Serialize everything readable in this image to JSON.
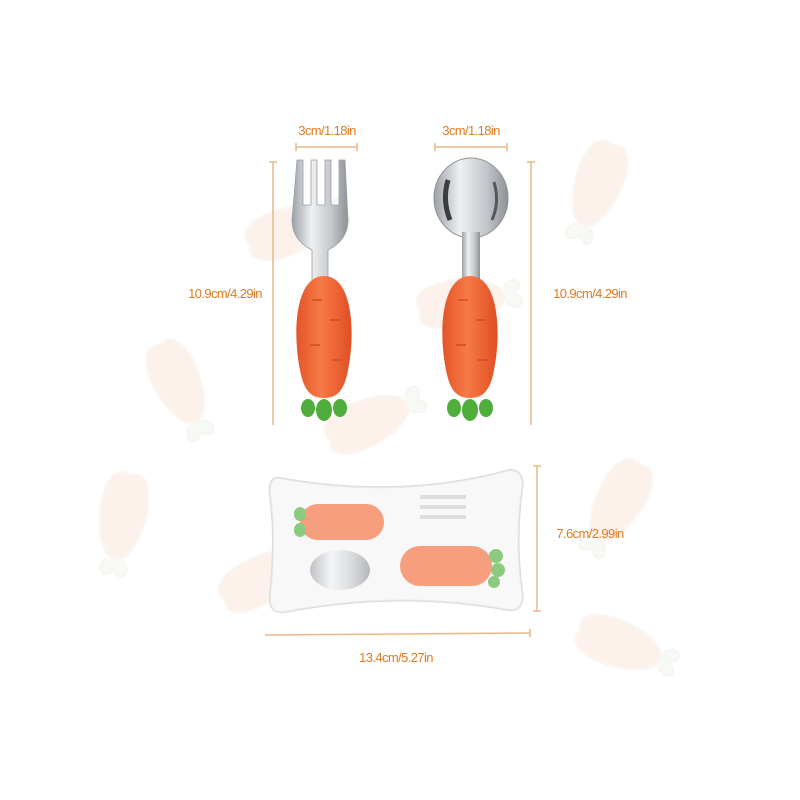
{
  "dimensions": {
    "fork_width": "3cm/1.18in",
    "spoon_width": "3cm/1.18in",
    "fork_length": "10.9cm/4.29in",
    "spoon_length": "10.9cm/4.29in",
    "case_height": "7.6cm/2.99in",
    "case_width": "13.4cm/5.27in"
  },
  "colors": {
    "label": "#e07a1f",
    "carrot": "#f26b3a",
    "leaf": "#4caf3c",
    "metal": "#c9ccd0"
  }
}
